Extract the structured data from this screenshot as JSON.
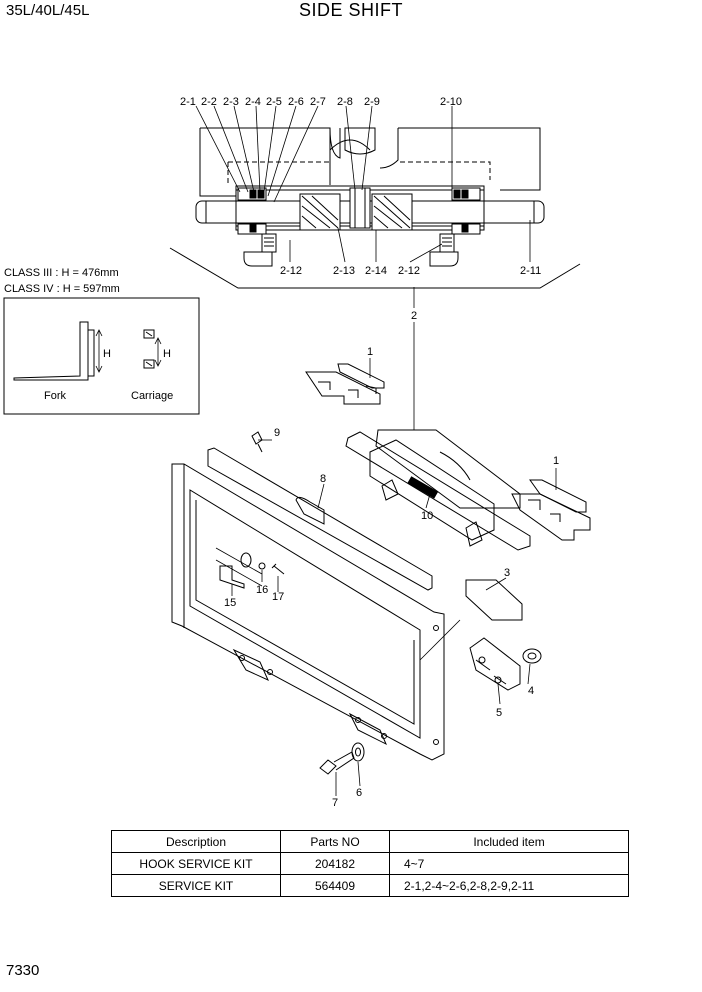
{
  "header": {
    "model": "35L/40L/45L",
    "title": "SIDE SHIFT"
  },
  "page_number": "7330",
  "class_note": {
    "class3": "CLASS III : H = 476mm",
    "class4": "CLASS IV : H = 597mm"
  },
  "inset": {
    "fork_label": "Fork",
    "carriage_label": "Carriage",
    "h_label": "H"
  },
  "callouts_top": {
    "c2_1": "2-1",
    "c2_2": "2-2",
    "c2_3": "2-3",
    "c2_4": "2-4",
    "c2_5": "2-5",
    "c2_6": "2-6",
    "c2_7": "2-7",
    "c2_8": "2-8",
    "c2_9": "2-9",
    "c2_10": "2-10",
    "c2_11": "2-11",
    "c2_12a": "2-12",
    "c2_12b": "2-12",
    "c2_13": "2-13",
    "c2_14": "2-14"
  },
  "callouts": {
    "c1a": "1",
    "c1b": "1",
    "c2": "2",
    "c3": "3",
    "c4": "4",
    "c5": "5",
    "c6": "6",
    "c7": "7",
    "c8": "8",
    "c9": "9",
    "c10": "10",
    "c15": "15",
    "c16": "16",
    "c17": "17"
  },
  "table": {
    "headers": [
      "Description",
      "Parts NO",
      "Included item"
    ],
    "rows": [
      [
        "HOOK SERVICE KIT",
        "204182",
        "4~7"
      ],
      [
        "SERVICE KIT",
        "564409",
        "2-1,2-4~2-6,2-8,2-9,2-11"
      ]
    ]
  }
}
